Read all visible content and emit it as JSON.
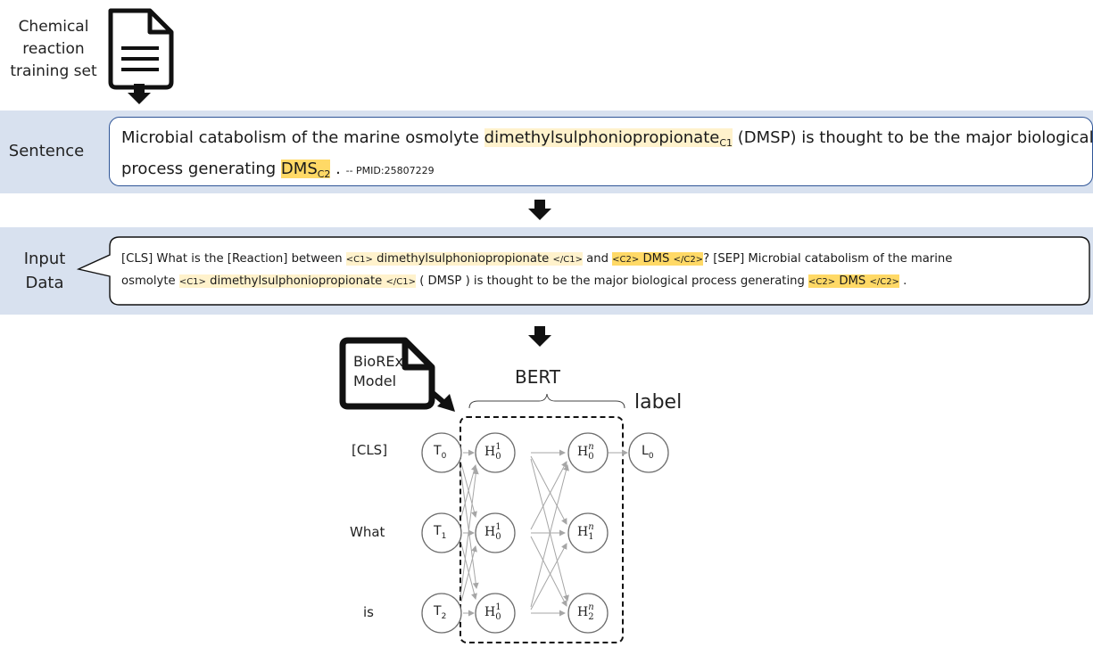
{
  "training_set": {
    "line1": "Chemical",
    "line2": "reaction",
    "line3": "training set"
  },
  "sentence_section": {
    "label": "Sentence",
    "part1": "Microbial catabolism of the marine osmolyte ",
    "entity1": "dimethylsulphoniopropionate",
    "entity1_sub": "C1",
    "part2": " (DMSP) is thought to be the major biological",
    "part3": "process generating ",
    "entity2": "DMS",
    "entity2_sub": "C2",
    "part4": " . ",
    "source": "-- PMID:25807229"
  },
  "input_section": {
    "label_line1": "Input",
    "label_line2": "Data",
    "l1_a": "[CLS] What is the [Reaction] between ",
    "tag_c1_open": "<C1>",
    "entity1": "dimethylsulphoniopropionate ",
    "tag_c1_close": "</C1>",
    "l1_b": " and ",
    "tag_c2_open": "<C2>",
    "entity2": "DMS ",
    "tag_c2_close": "</C2>",
    "l1_c": "? [SEP] Microbial catabolism of the marine",
    "l2_a": "osmolyte ",
    "l2_b": "( DMSP ) is thought to be the major biological process generating ",
    "l2_c": "."
  },
  "model": {
    "doc_line1": "BioREx",
    "doc_line2": "Model",
    "bert_label": "BERT",
    "label_title": "label",
    "tokens": [
      "[CLS]",
      "What",
      "is"
    ],
    "inputs": [
      {
        "base": "T",
        "sub": "0"
      },
      {
        "base": "T",
        "sub": "1"
      },
      {
        "base": "T",
        "sub": "2"
      }
    ],
    "hidden1": [
      {
        "base": "H",
        "sub": "0",
        "sup": "1"
      },
      {
        "base": "H",
        "sub": "0",
        "sup": "1"
      },
      {
        "base": "H",
        "sub": "0",
        "sup": "1"
      }
    ],
    "hiddenN": [
      {
        "base": "H",
        "sub": "0",
        "sup": "n"
      },
      {
        "base": "H",
        "sub": "1",
        "sup": "n"
      },
      {
        "base": "H",
        "sub": "2",
        "sup": "n"
      }
    ],
    "output": {
      "base": "L",
      "sub": "0"
    }
  }
}
